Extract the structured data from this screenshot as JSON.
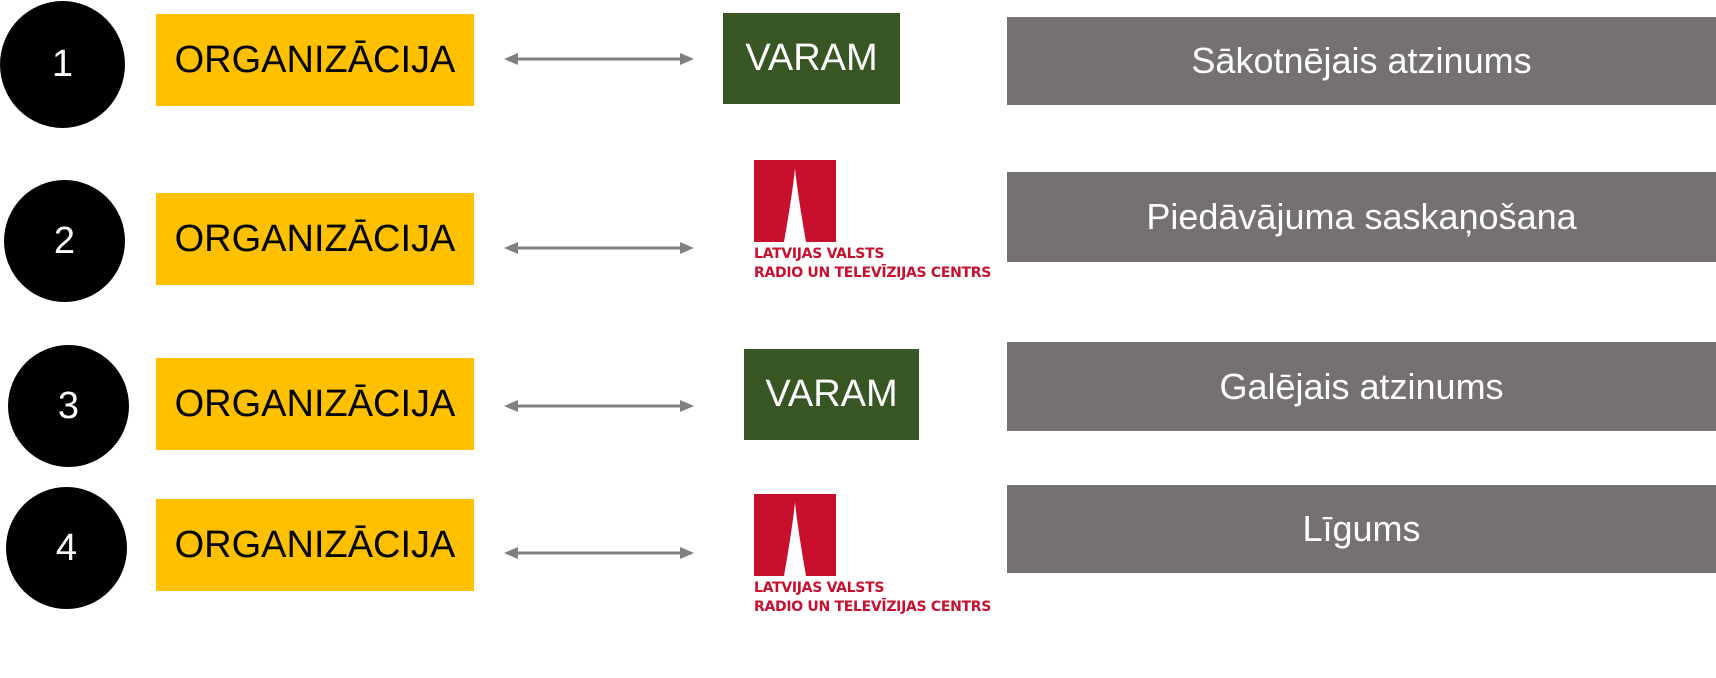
{
  "colors": {
    "circle": "#000000",
    "organization": "#FFC000",
    "varam": "#375623",
    "lvrtc_red": "#C8102E",
    "step": "#767171",
    "arrow": "#808080"
  },
  "rows": [
    {
      "number": "1",
      "organization": "ORGANIZĀCIJA",
      "counterpart_type": "varam",
      "counterpart": "VARAM",
      "step": "Sākotnējais atzinums"
    },
    {
      "number": "2",
      "organization": "ORGANIZĀCIJA",
      "counterpart_type": "logo",
      "logo_line1": "LATVIJAS VALSTS",
      "logo_line2": "RADIO UN TELEVĪZIJAS CENTRS",
      "step": "Piedāvājuma saskaņošana"
    },
    {
      "number": "3",
      "organization": "ORGANIZĀCIJA",
      "counterpart_type": "varam",
      "counterpart": "VARAM",
      "step": "Galējais atzinums"
    },
    {
      "number": "4",
      "organization": "ORGANIZĀCIJA",
      "counterpart_type": "logo",
      "logo_line1": "LATVIJAS VALSTS",
      "logo_line2": "RADIO UN TELEVĪZIJAS CENTRS",
      "step": "Līgums"
    }
  ]
}
